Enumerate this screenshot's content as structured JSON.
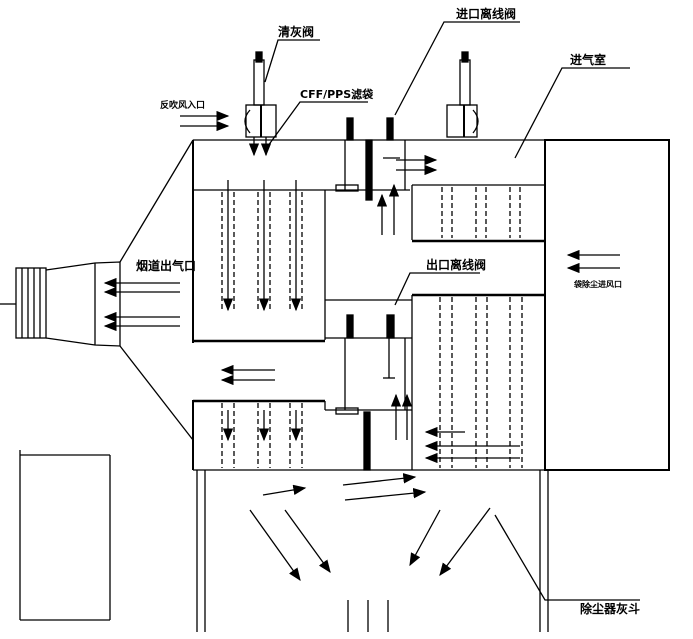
{
  "labels": {
    "cleaning_valve": "清灰阀",
    "inlet_offline_valve": "进口离线阀",
    "inlet_chamber": "进气室",
    "reverse_air_inlet": "反吹风入口",
    "filter_bag": "CFF/PPS滤袋",
    "flue_outlet": "烟道出气口",
    "baghouse_inlet": "袋除尘进风口",
    "outlet_offline_valve": "出口离线阀",
    "dust_hopper": "除尘器灰斗"
  },
  "colors": {
    "line": "#000000",
    "background": "#ffffff"
  }
}
